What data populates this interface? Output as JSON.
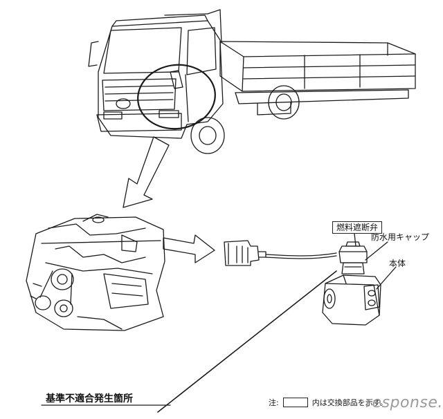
{
  "labels": {
    "fuel_cut_valve": "燃料遮断弁",
    "waterproof_cap": "防水用キャップ",
    "body": "本体"
  },
  "bottom": {
    "title": "基準不適合発生箇所",
    "note_prefix": "注:",
    "note_suffix": "内は交換部品を示す。"
  },
  "watermark": "response."
}
